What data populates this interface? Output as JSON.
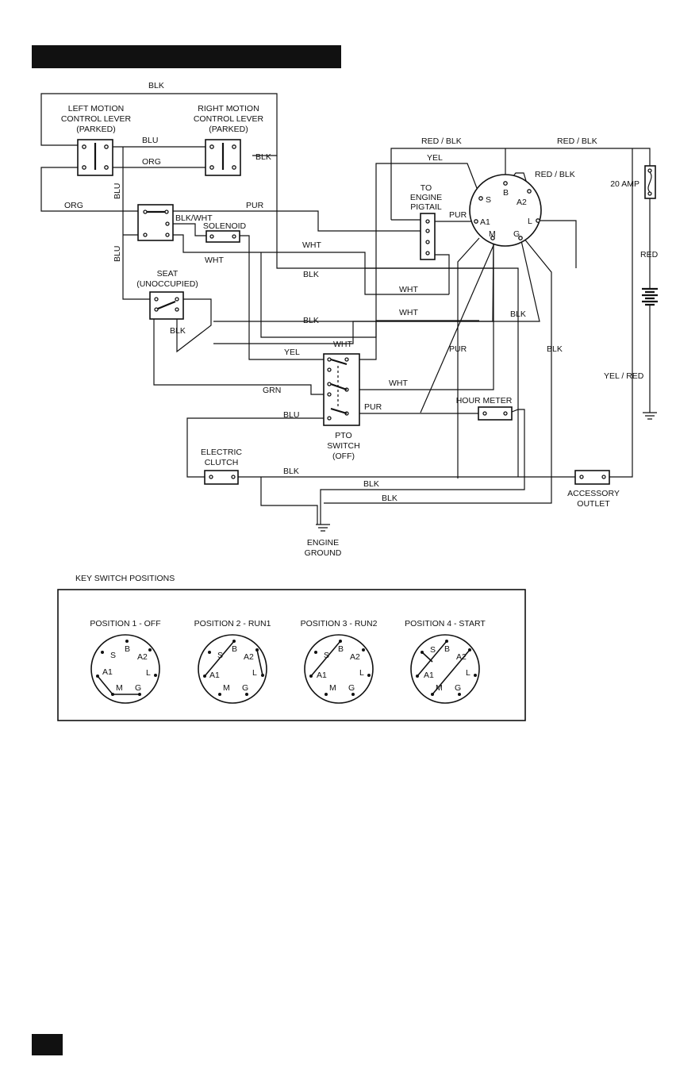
{
  "diagram": {
    "components": {
      "left_lever": [
        "LEFT MOTION",
        "CONTROL LEVER",
        "(PARKED)"
      ],
      "right_lever": [
        "RIGHT MOTION",
        "CONTROL LEVER",
        "(PARKED)"
      ],
      "solenoid": "SOLENOID",
      "seat": [
        "SEAT",
        "(UNOCCUPIED)"
      ],
      "engine_pigtail": [
        "TO",
        "ENGINE",
        "PIGTAIL"
      ],
      "fuse": "20 AMP",
      "pto_switch": [
        "PTO",
        "SWITCH",
        "(OFF)"
      ],
      "hour_meter": "HOUR METER",
      "electric_clutch": [
        "ELECTRIC",
        "CLUTCH"
      ],
      "accessory_outlet": [
        "ACCESSORY",
        "OUTLET"
      ],
      "engine_ground": [
        "ENGINE",
        "GROUND"
      ]
    },
    "key_switch_terminals": {
      "s": "S",
      "b": "B",
      "a2": "A2",
      "a1": "A1",
      "l": "L",
      "m": "M",
      "g": "G"
    },
    "wire_labels": {
      "blk_top": "BLK",
      "blu_levers": "BLU",
      "org_levers": "ORG",
      "blk_right_lever": "BLK",
      "blu_vertical_upper": "BLU",
      "org_left": "ORG",
      "pur_top": "PUR",
      "blk_wht": "BLK/WHT",
      "wht_solenoid": "WHT",
      "wht_seat": "WHT",
      "blk_mid": "BLK",
      "blu_vertical_lower": "BLU",
      "red_blk_left": "RED / BLK",
      "red_blk_right": "RED / BLK",
      "yel_top": "YEL",
      "red_blk_b": "RED / BLK",
      "pur_pigtail": "PUR",
      "red_battery": "RED",
      "wht_engine": "WHT",
      "wht_loop": "WHT",
      "blk_seat_long": "BLK",
      "blk_seat": "BLK",
      "blk_g": "BLK",
      "wht_pto": "WHT",
      "yel_pto": "YEL",
      "pur_m": "PUR",
      "blk_engine": "BLK",
      "yel_red": "YEL / RED",
      "grn": "GRN",
      "wht_pto_mid": "WHT",
      "blu_pto": "BLU",
      "pur_pto": "PUR",
      "blk_clutch": "BLK",
      "blk_ground_1": "BLK",
      "blk_ground_2": "BLK"
    },
    "positions_title": "KEY SWITCH POSITIONS",
    "positions": [
      {
        "label": "POSITION 1 - OFF"
      },
      {
        "label": "POSITION 2 - RUN1"
      },
      {
        "label": "POSITION 3 - RUN2"
      },
      {
        "label": "POSITION 4 - START"
      }
    ]
  }
}
